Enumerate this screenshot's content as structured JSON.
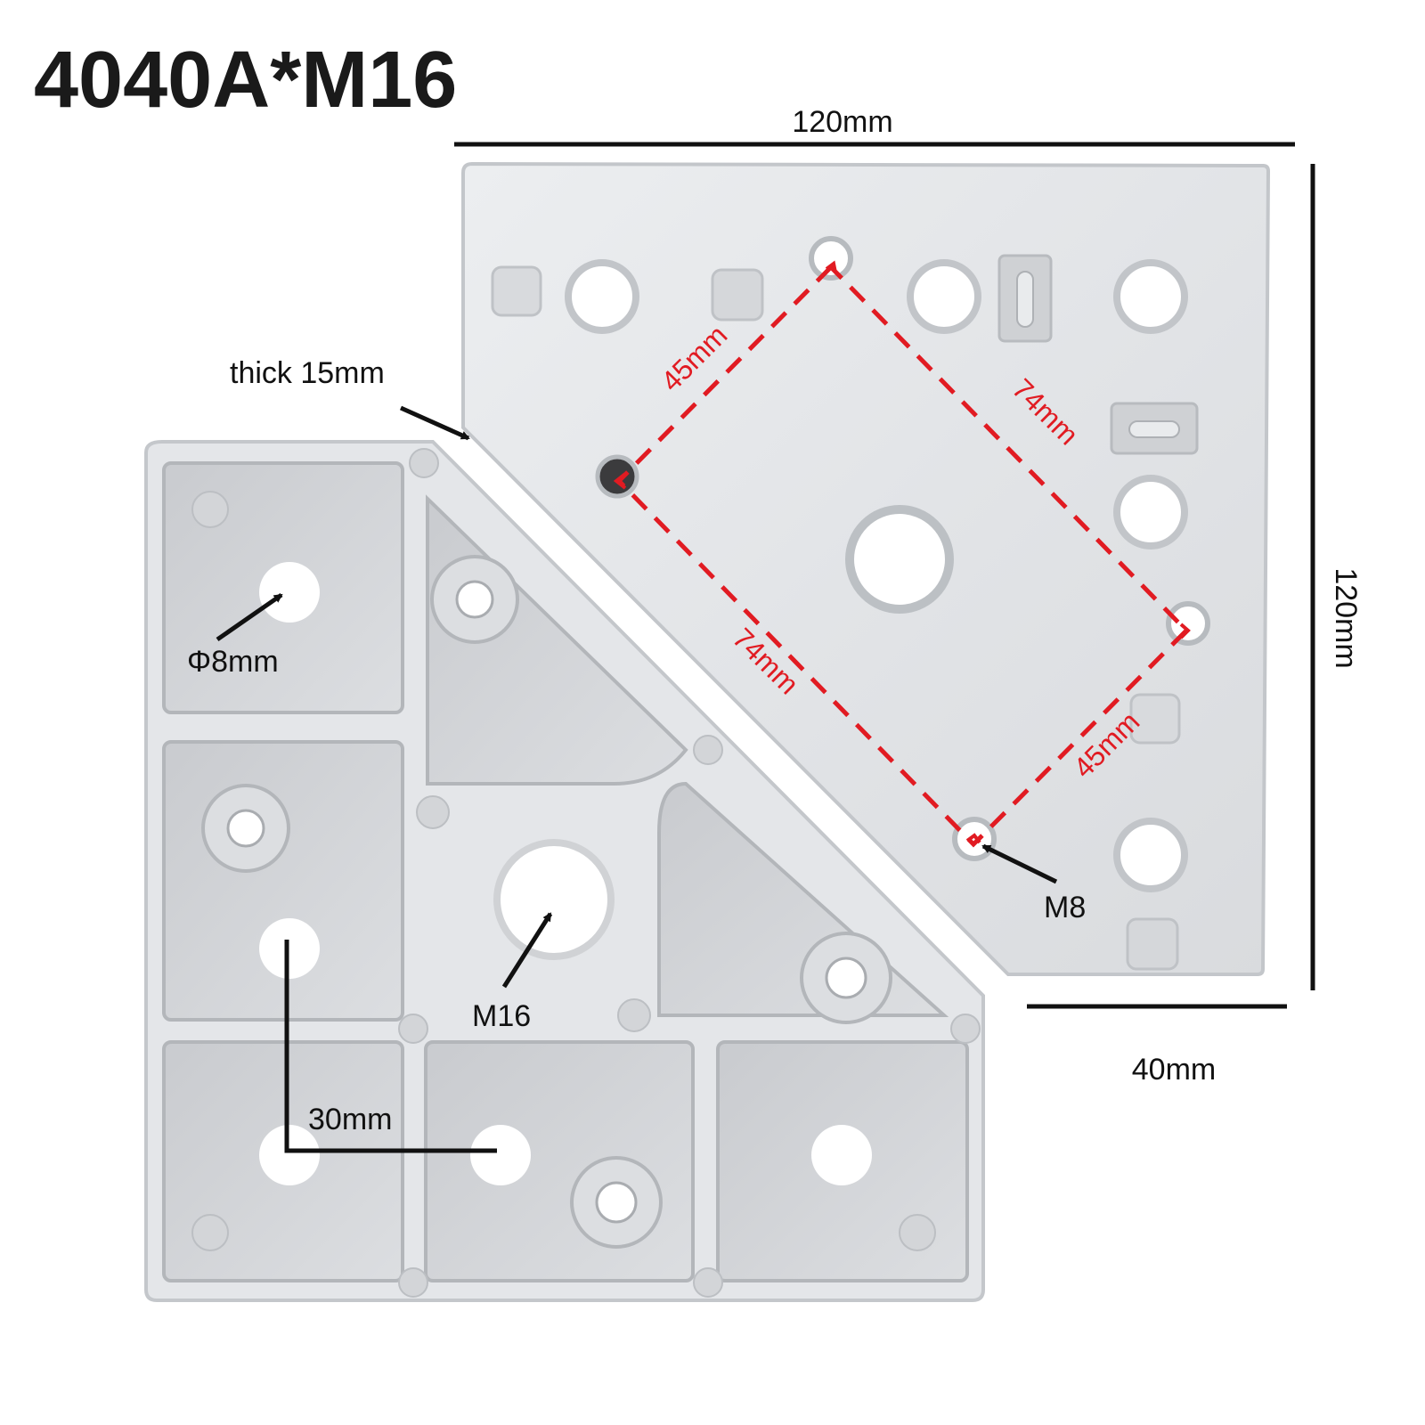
{
  "title": "4040A*M16",
  "labels": {
    "top_width": "120mm",
    "right_height": "120mm",
    "bottom_right": "40mm",
    "thickness": "thick 15mm",
    "hole_diameter": "Φ8mm",
    "center_thread": "M16",
    "bolt_thread": "M8",
    "hole_spacing": "30mm"
  },
  "red_dims": {
    "upper_left": "45mm",
    "upper_right": "74mm",
    "lower_left": "74mm",
    "lower_right": "45mm"
  },
  "colors": {
    "metal_light": "#e9eaec",
    "metal_mid": "#d3d5d8",
    "metal_shadow": "#b9bcc0",
    "dim_line": "#111111",
    "accent_red": "#e11b22",
    "background": "#ffffff"
  }
}
